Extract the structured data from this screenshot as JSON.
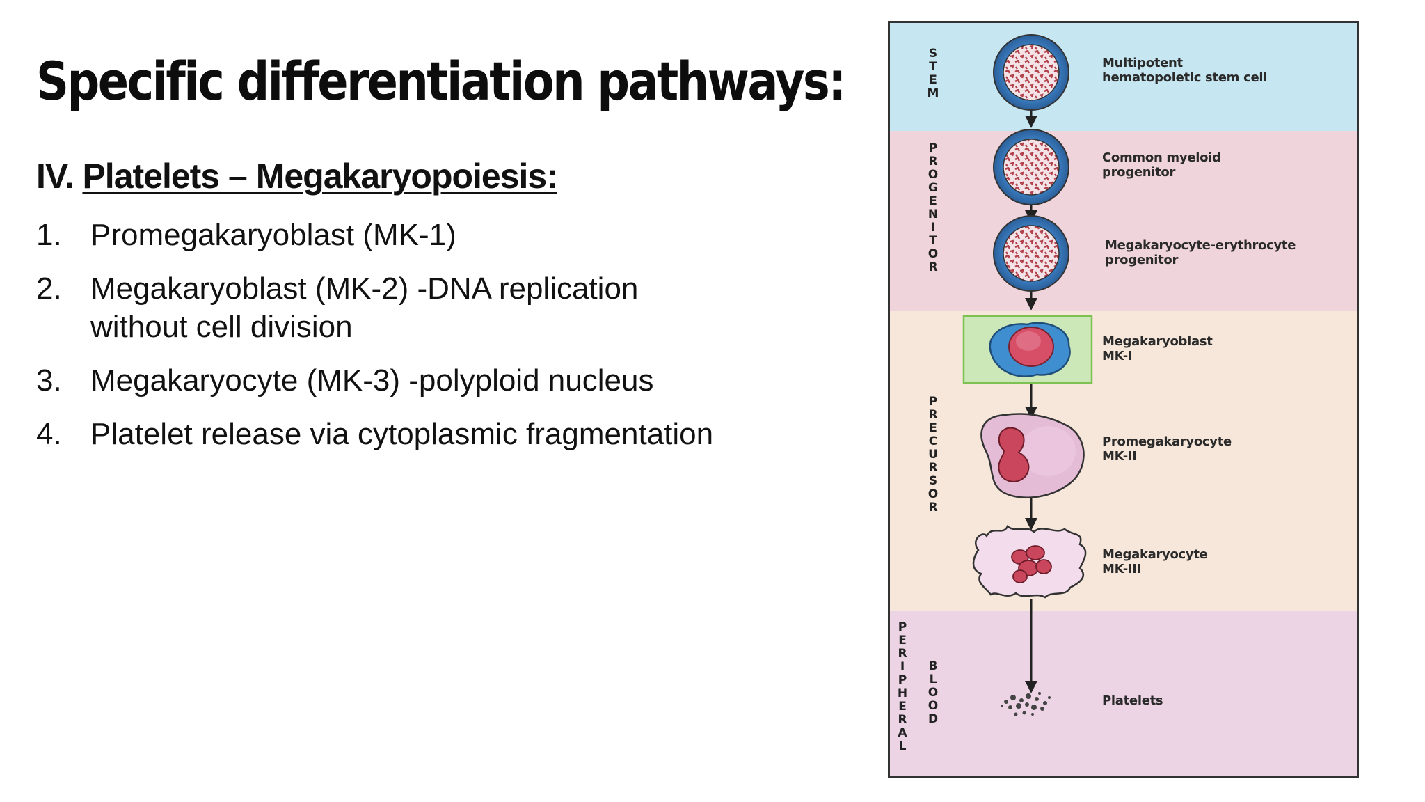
{
  "slide": {
    "title": "Specific differentiation pathways:",
    "section_number": "IV.",
    "section_title": "Platelets – Megakaryopoiesis:",
    "steps": [
      {
        "num": "1.",
        "text": "Promegakaryoblast (MK-1)"
      },
      {
        "num": "2.",
        "text": "Megakaryoblast (MK-2) -DNA replication\nwithout cell division"
      },
      {
        "num": "3.",
        "text": "Megakaryocyte (MK-3) -polyploid nucleus"
      },
      {
        "num": "4.",
        "text": "Platelet release via cytoplasmic fragmentation"
      }
    ]
  },
  "diagram": {
    "bands": {
      "stem": "S\nT\nE\nM",
      "progenitor": "P\nR\nO\nG\nE\nN\nI\nT\nO\nR",
      "precursor": "P\nR\nE\nC\nU\nR\nS\nO\nR",
      "peripheral": "P\nE\nR\nI\nP\nH\nE\nR\nA\nL",
      "blood": "B\nL\nO\nO\nD"
    },
    "colors": {
      "stem": "#c6e7f1",
      "progenitor": "#efd4dc",
      "precursor": "#f6e7da",
      "blood": "#ecd4e5",
      "highlight_box": "#cde8b8"
    },
    "cells": [
      {
        "name": "multipotent-stem-cell",
        "label": "Multipotent\nhematopoietic stem cell"
      },
      {
        "name": "common-myeloid-progenitor",
        "label": "Common myeloid\nprogenitor"
      },
      {
        "name": "megakaryocyte-erythrocyte-progenitor",
        "label": "Megakaryocyte-erythrocyte\nprogenitor"
      },
      {
        "name": "megakaryoblast",
        "label": "Megakaryoblast\nMK-I"
      },
      {
        "name": "promegakaryocyte",
        "label": "Promegakaryocyte\nMK-II"
      },
      {
        "name": "megakaryocyte",
        "label": "Megakaryocyte\nMK-III"
      },
      {
        "name": "platelets",
        "label": "Platelets"
      }
    ]
  }
}
